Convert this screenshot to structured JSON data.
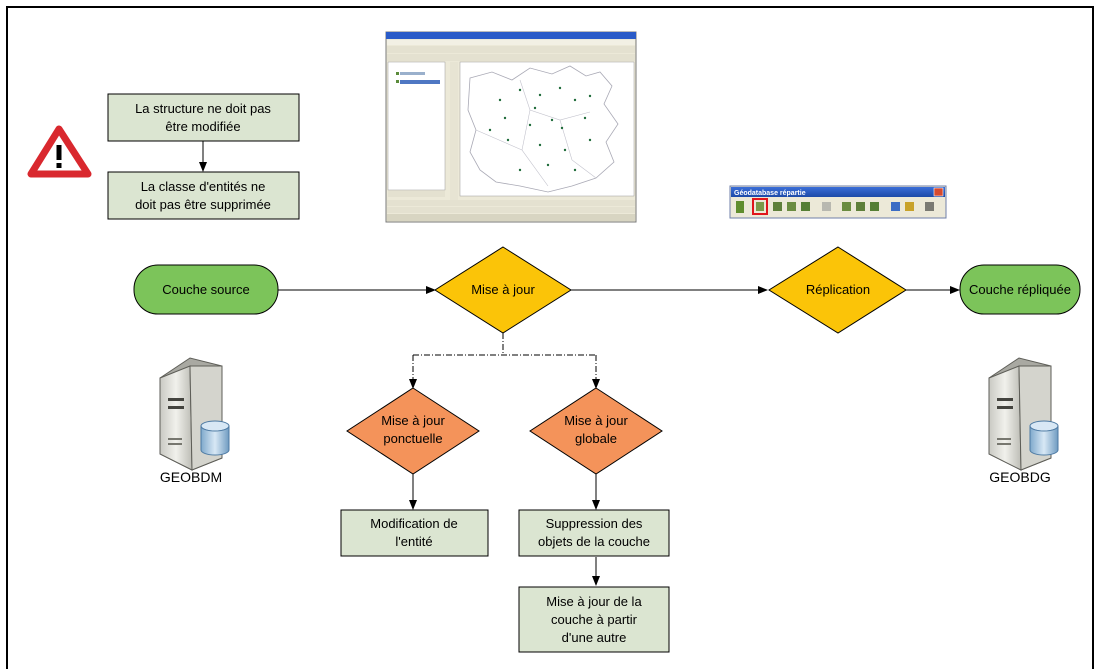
{
  "warning": {
    "icon": "warning-triangle-icon",
    "note_1": [
      "La structure ne doit pas",
      "être modifiée"
    ],
    "note_2": [
      "La classe d'entités ne",
      "doit pas être supprimée"
    ]
  },
  "nodes": {
    "source": "Couche source",
    "update": "Mise à jour",
    "replication": "Réplication",
    "replicated": "Couche répliquée",
    "punctual_update": [
      "Mise à jour",
      "ponctuelle"
    ],
    "global_update": [
      "Mise à jour",
      "globale"
    ],
    "modify_entity": [
      "Modification de",
      "l'entité"
    ],
    "delete_objects": [
      "Suppression des",
      "objets de la couche"
    ],
    "update_from_other": [
      "Mise à jour de la",
      "couche à partir",
      "d'une autre"
    ]
  },
  "servers": {
    "left": "GEOBDM",
    "right": "GEOBDG"
  },
  "toolbar": {
    "title": "Géodatabase répartie"
  },
  "colors": {
    "note_fill": "#dbe5d1",
    "pill_fill": "#7cc45a",
    "decision_yellow": "#fbc408",
    "decision_orange": "#f4935a",
    "warning_red": "#d9282e"
  }
}
